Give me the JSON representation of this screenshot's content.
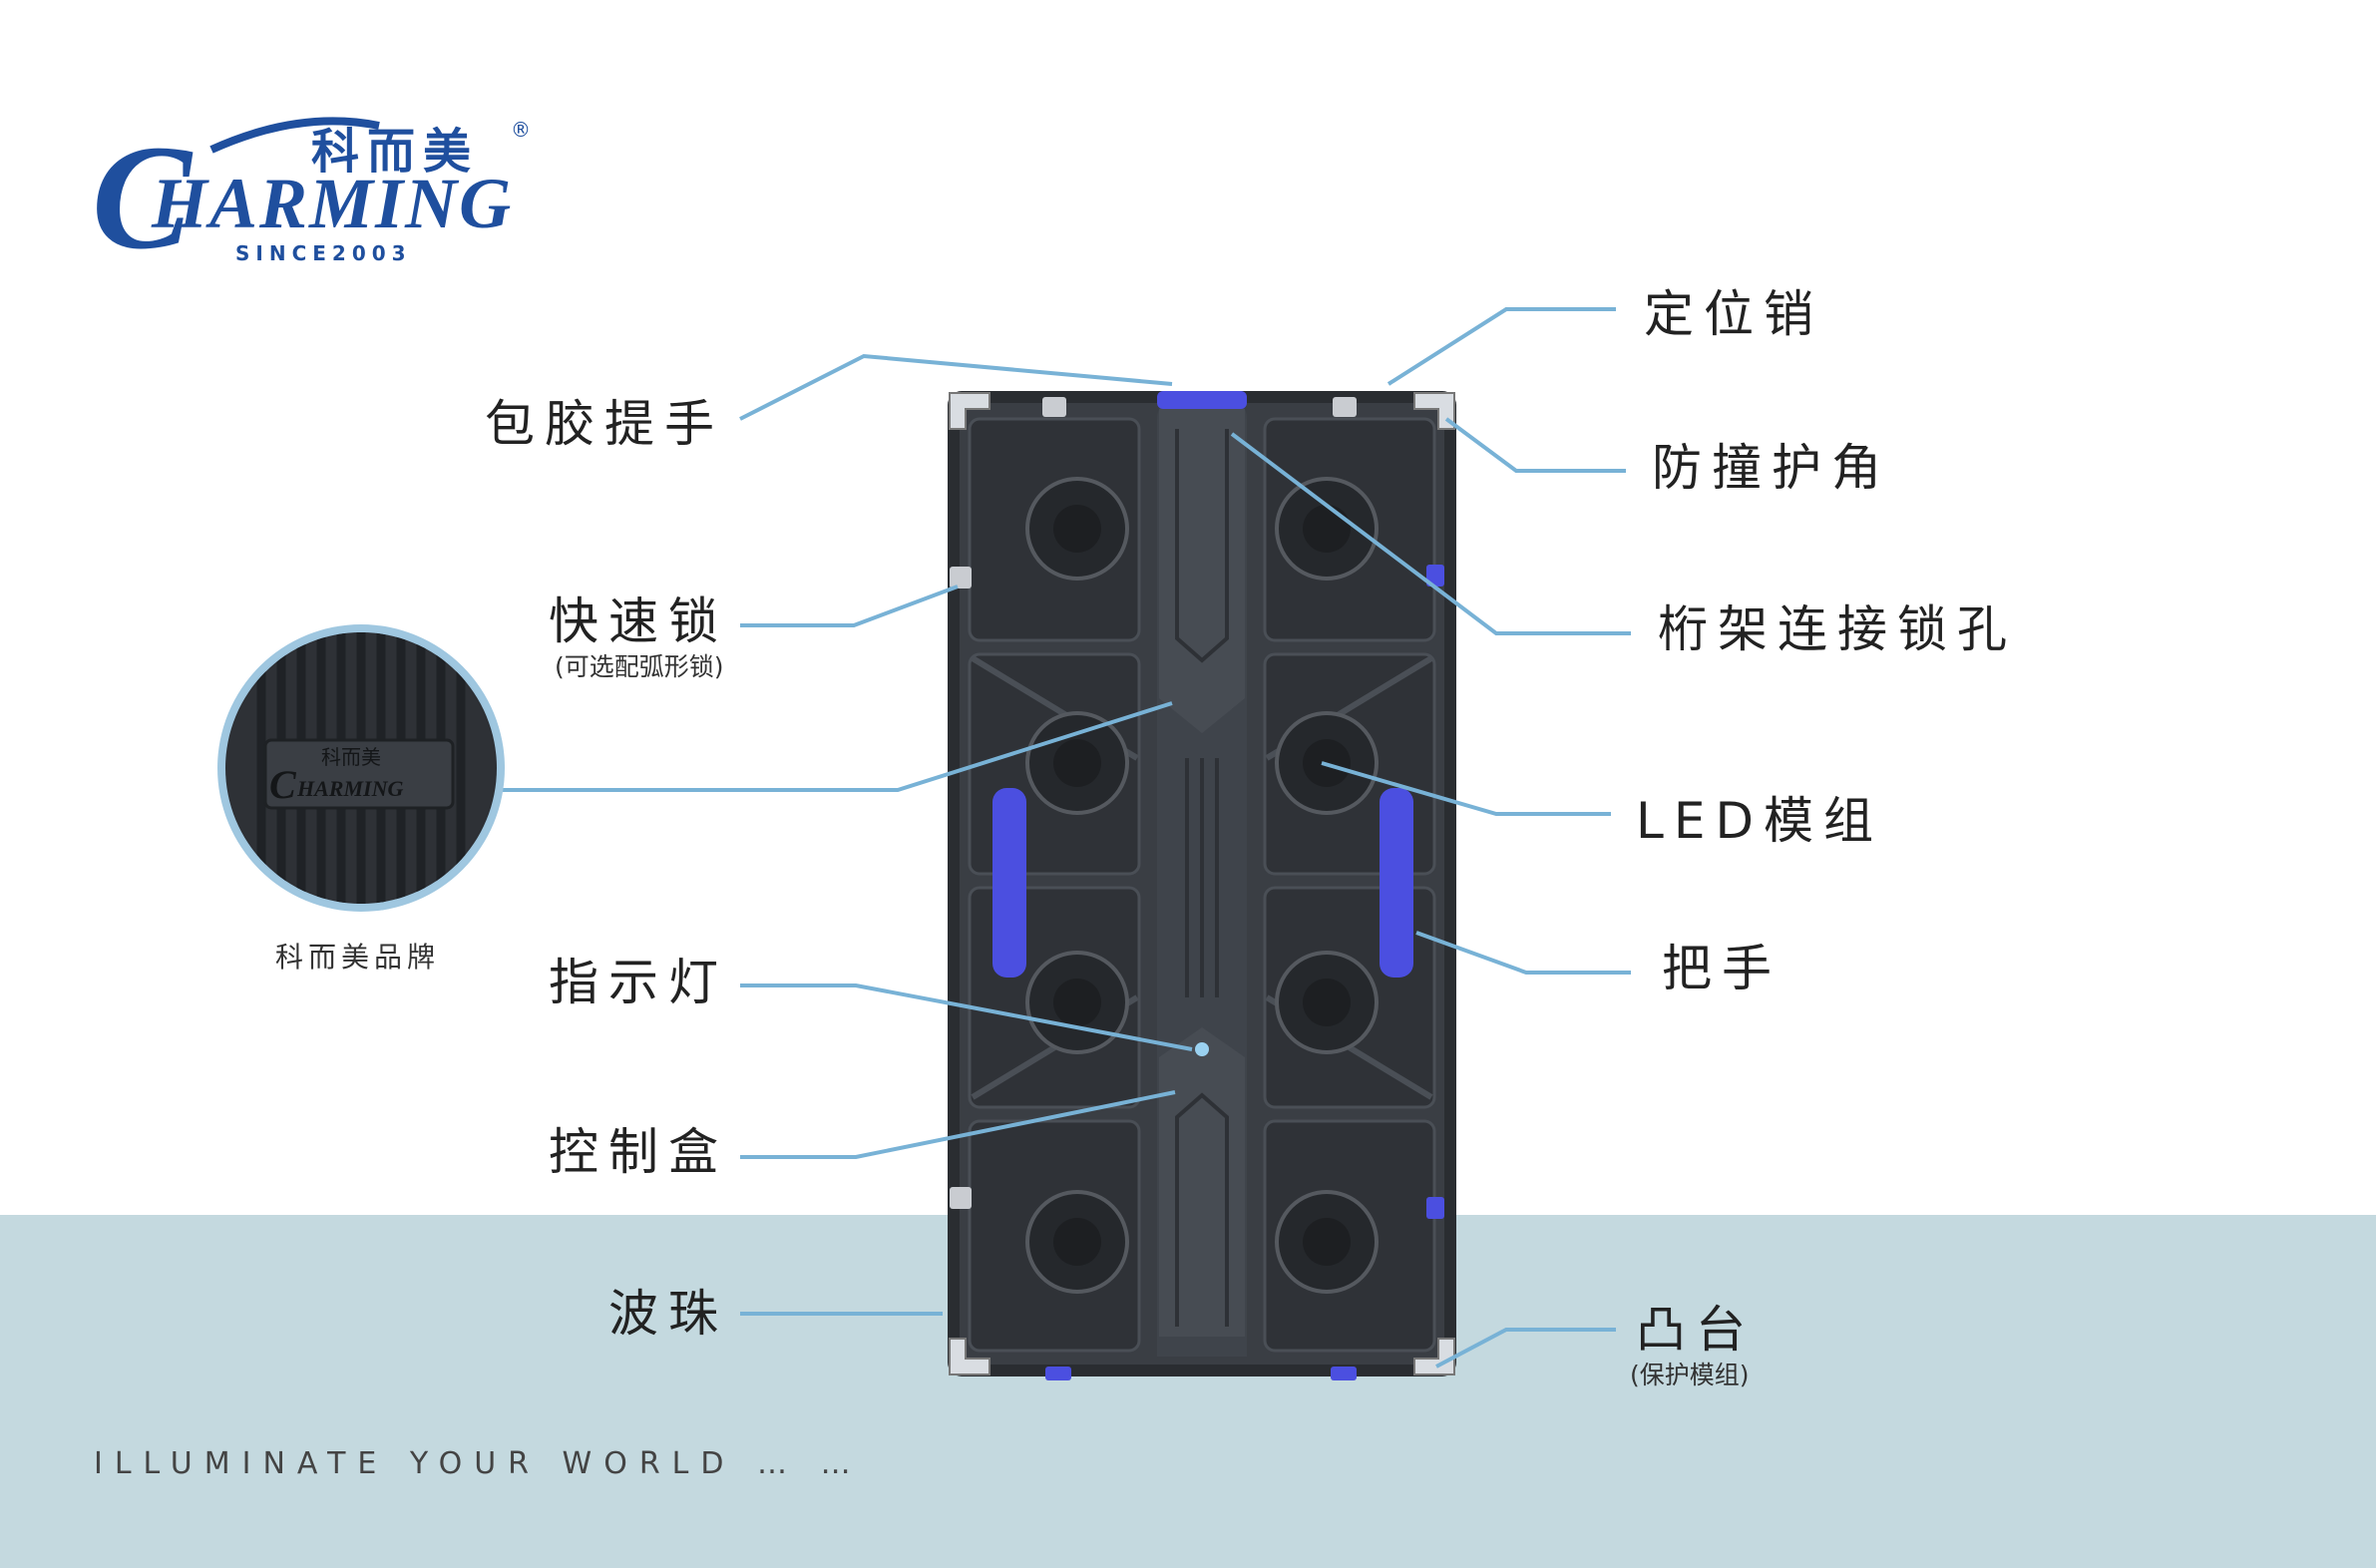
{
  "brand": {
    "name_cn": "科而美",
    "name_en": "HARMING",
    "initial": "C",
    "since": "SINCE2003",
    "registered_mark": "®",
    "primary_color": "#1f4f9e"
  },
  "callouts_left": {
    "grip_handle": "包胶提手",
    "quick_lock": "快速锁",
    "quick_lock_note": "(可选配弧形锁)",
    "indicator": "指示灯",
    "control_box": "控制盒",
    "bead": "波珠"
  },
  "callouts_right": {
    "locating_pin": "定位销",
    "corner_guard": "防撞护角",
    "truss_hole": "桁架连接锁孔",
    "led_module": "LED模组",
    "handle": "把手",
    "boss": "凸台",
    "boss_note": "(保护模组)"
  },
  "inset": {
    "caption": "科而美品牌",
    "badge_cn": "科而美",
    "badge_en": "HARMING",
    "badge_initial": "C"
  },
  "tagline": "ILLUMINATE YOUR WORLD  … …",
  "colors": {
    "band": "#c4d9df",
    "leader": "#78b2d6",
    "cabinet": "#3c4046",
    "cabinet_dark": "#2a2d31",
    "handle_accent": "#4b4fe0",
    "text": "#222222"
  }
}
